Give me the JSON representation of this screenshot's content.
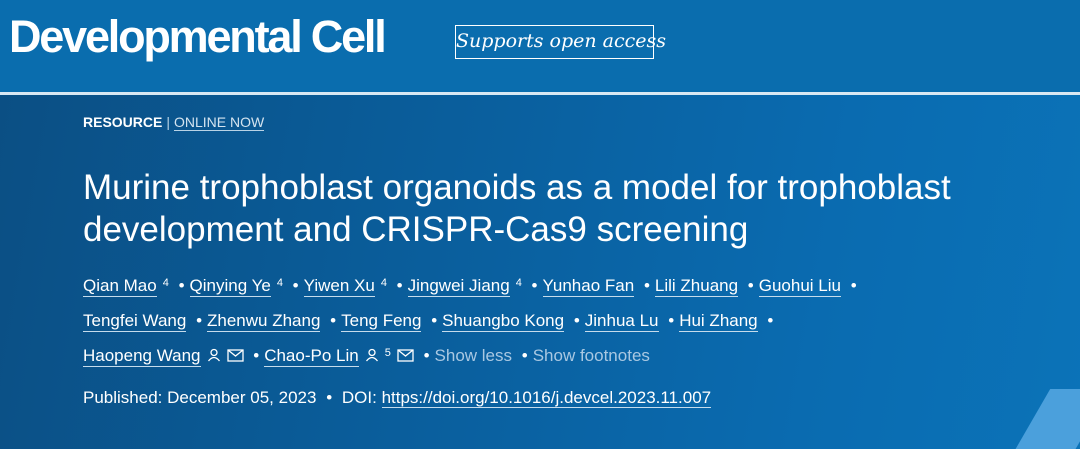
{
  "header": {
    "journal_name": "Developmental Cell",
    "open_access_badge": "Supports open access"
  },
  "article": {
    "type": "RESOURCE",
    "separator": "|",
    "status": "ONLINE NOW",
    "title_line1": "Murine trophoblast organoids as a model for trophoblast",
    "title_line2": "development and CRISPR-Cas9 screening",
    "authors": [
      {
        "name": "Qian Mao",
        "footnote": "4"
      },
      {
        "name": "Qinying Ye",
        "footnote": "4"
      },
      {
        "name": "Yiwen Xu",
        "footnote": "4"
      },
      {
        "name": "Jingwei Jiang",
        "footnote": "4"
      },
      {
        "name": "Yunhao Fan"
      },
      {
        "name": "Lili Zhuang"
      },
      {
        "name": "Guohui Liu"
      },
      {
        "name": "Tengfei Wang"
      },
      {
        "name": "Zhenwu Zhang"
      },
      {
        "name": "Teng Feng"
      },
      {
        "name": "Shuangbo Kong"
      },
      {
        "name": "Jinhua Lu"
      },
      {
        "name": "Hui Zhang"
      },
      {
        "name": "Haopeng Wang"
      },
      {
        "name": "Chao-Po Lin",
        "footnote": "5"
      }
    ],
    "bullet": "•",
    "show_less": "Show less",
    "show_footnotes": "Show footnotes",
    "published_label": "Published:",
    "published_date": "December 05, 2023",
    "doi_label": "DOI:",
    "doi": "https://doi.org/10.1016/j.devcel.2023.11.007"
  },
  "icons": {
    "person": "person-icon",
    "email": "email-icon"
  },
  "colors": {
    "header_bg": "#0a6dae",
    "hero_bg": "#0a5e9c",
    "text": "#ffffff"
  }
}
